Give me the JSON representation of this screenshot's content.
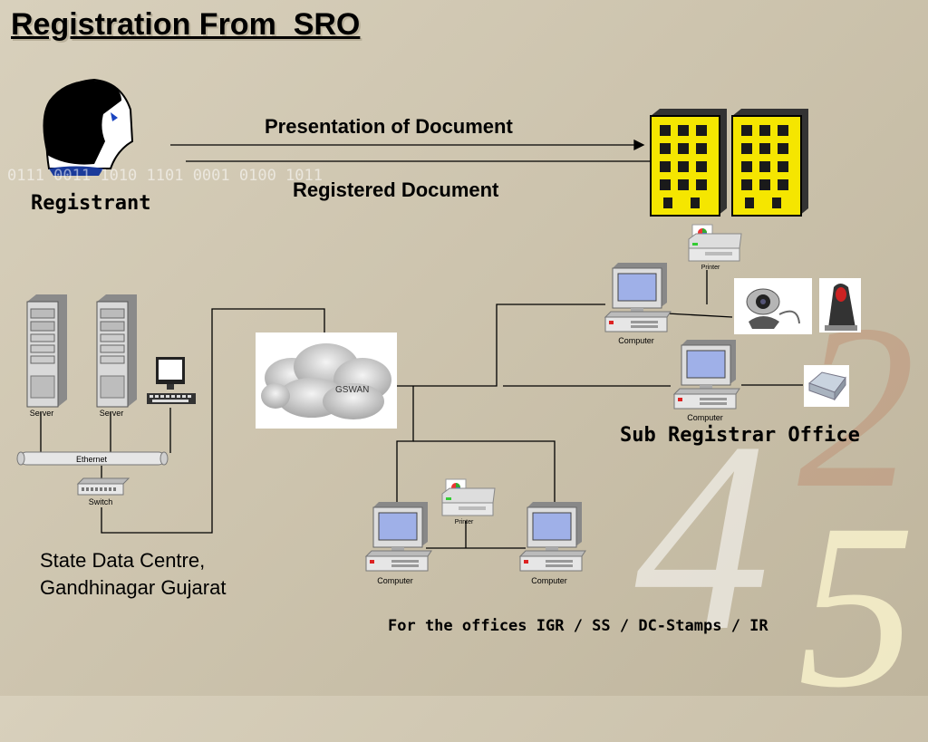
{
  "title": "Registration From  SRO",
  "registrant": {
    "label": "Registrant",
    "binary": "0111 0011 1010 1101 0001 0100 1011"
  },
  "flow": {
    "presentation": "Presentation of Document",
    "registered": "Registered Document"
  },
  "network": {
    "cloud_label": "GSWAN",
    "server_label": "Server",
    "ethernet_label": "Ethernet",
    "switch_label": "Switch",
    "computer_label": "Computer",
    "printer_label": "Printer"
  },
  "sdc": {
    "line1": "State Data Centre,",
    "line2": "Gandhinagar Gujarat"
  },
  "sro": {
    "label": "Sub Registrar Office"
  },
  "footer": "For the offices IGR / SS / DC-Stamps / IR",
  "watermark": {
    "d1": "4",
    "d2": "5",
    "d3": "2"
  },
  "colors": {
    "building": "#f5e600",
    "window": "#1a1a1a",
    "monitor": "#9fb0e8"
  }
}
